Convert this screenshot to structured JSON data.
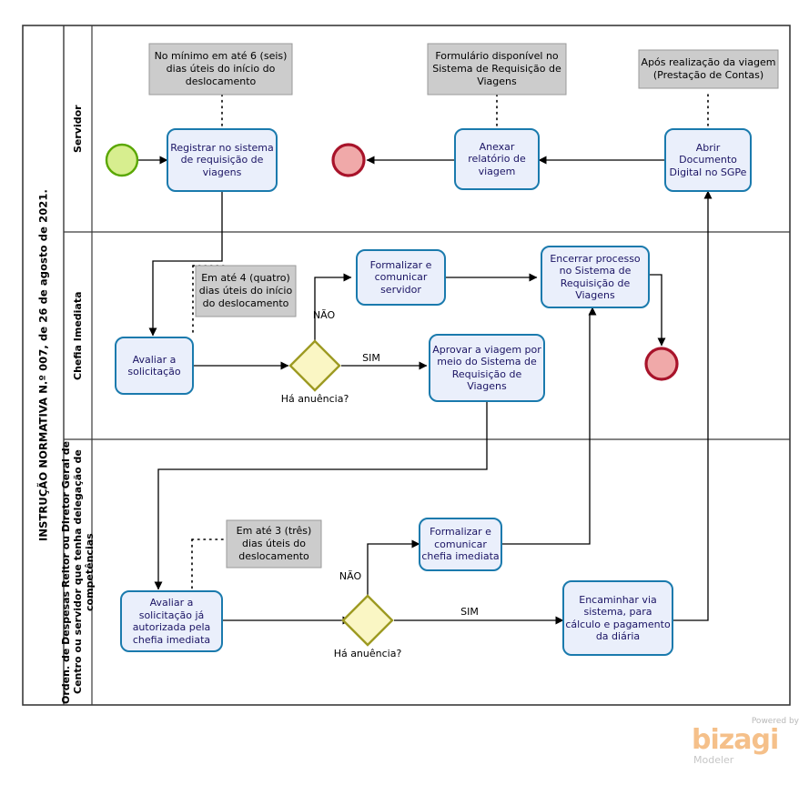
{
  "pool": {
    "title": "INSTRUÇÃO NORMATIVA N.º 007, de 26 de agosto de 2021.",
    "lanes": [
      {
        "id": "servidor",
        "label": "Servidor"
      },
      {
        "id": "chefia",
        "label": "Chefia Imediata"
      },
      {
        "id": "ordenador",
        "label": "Orden. de Despesas Reitor ou Diretor Geral de Centro ou servidor que tenha delegação de competências"
      }
    ]
  },
  "events": {
    "start": {
      "name": "start-event",
      "lane": "servidor"
    },
    "end_servidor": {
      "name": "end-event-servidor",
      "lane": "servidor"
    },
    "end_chefia": {
      "name": "end-event-chefia",
      "lane": "chefia"
    }
  },
  "tasks": [
    {
      "id": "t1",
      "lane": "servidor",
      "label": "Registrar no sistema de requisição de viagens"
    },
    {
      "id": "t2",
      "lane": "servidor",
      "label": "Anexar relatório de viagem"
    },
    {
      "id": "t3",
      "lane": "servidor",
      "label": "Abrir Documento Digital no SGPe"
    },
    {
      "id": "t4",
      "lane": "chefia",
      "label": "Avaliar a solicitação"
    },
    {
      "id": "t5",
      "lane": "chefia",
      "label": "Formalizar e comunicar servidor"
    },
    {
      "id": "t6",
      "lane": "chefia",
      "label": "Encerrar processo no Sistema de Requisição de Viagens"
    },
    {
      "id": "t7",
      "lane": "chefia",
      "label": "Aprovar a viagem por meio do Sistema de Requisição de Viagens"
    },
    {
      "id": "t8",
      "lane": "ordenador",
      "label": "Avaliar a solicitação já autorizada pela chefia imediata"
    },
    {
      "id": "t9",
      "lane": "ordenador",
      "label": "Formalizar e comunicar chefia imediata"
    },
    {
      "id": "t10",
      "lane": "ordenador",
      "label": "Encaminhar via sistema, para cálculo e pagamento da diária"
    }
  ],
  "gateways": [
    {
      "id": "g1",
      "lane": "chefia",
      "label": "Há anuência?"
    },
    {
      "id": "g2",
      "lane": "ordenador",
      "label": "Há anuência?"
    }
  ],
  "annotations": [
    {
      "id": "a1",
      "lane": "servidor",
      "text": "No mínimo em até 6 (seis) dias úteis do início do deslocamento"
    },
    {
      "id": "a2",
      "lane": "servidor",
      "text": "Formulário disponível no Sistema de Requisição de Viagens"
    },
    {
      "id": "a3",
      "lane": "servidor",
      "text": "Após realização da viagem (Prestação de Contas)"
    },
    {
      "id": "a4",
      "lane": "chefia",
      "text": "Em até 4 (quatro) dias úteis do início do deslocamento"
    },
    {
      "id": "a5",
      "lane": "ordenador",
      "text": "Em até 3 (três) dias úteis do deslocamento"
    }
  ],
  "flow_labels": [
    {
      "id": "f1",
      "text": "NÃO"
    },
    {
      "id": "f2",
      "text": "SIM"
    },
    {
      "id": "f3",
      "text": "NÃO"
    },
    {
      "id": "f4",
      "text": "SIM"
    }
  ],
  "brand": {
    "powered": "Powered by",
    "name": "bizagi",
    "product": "Modeler"
  },
  "colors": {
    "task_fill": "#eaeffb",
    "task_stroke": "#1a7aad",
    "annotation_fill": "#cccccc",
    "annotation_stroke": "#9a9a9a",
    "start_fill": "#d7ee8f",
    "start_stroke": "#5aa702",
    "end_fill": "#f0a9a9",
    "end_stroke": "#a8132a",
    "gateway_fill": "#faf6c4",
    "gateway_stroke": "#9d9a22",
    "label_color": "#1b1464",
    "flow_color": "#000000"
  }
}
